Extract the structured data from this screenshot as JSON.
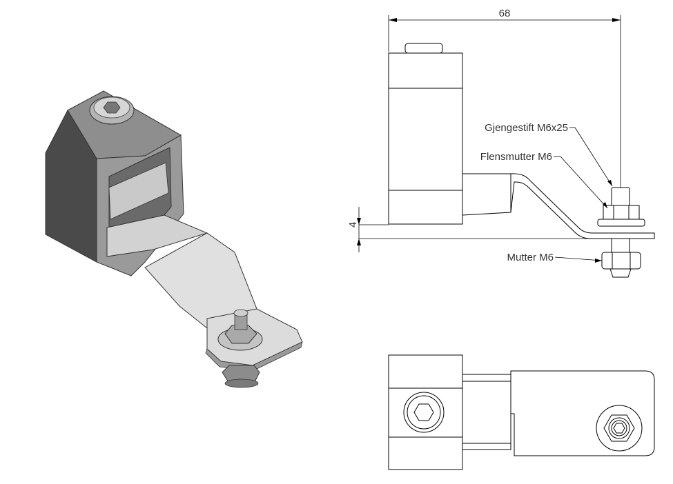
{
  "dimensions": {
    "overall_length": "68",
    "plate_thickness": "4"
  },
  "callouts": {
    "set_screw": "Gjengestift M6x25",
    "flange_nut": "Flensmutter M6",
    "nut": "Mutter M6"
  },
  "colors": {
    "line": "#000000",
    "dim_text": "#333333",
    "metal_dark": "#4a4a4a",
    "metal_mid": "#8c8c8c",
    "metal_light": "#d8d8d8"
  }
}
